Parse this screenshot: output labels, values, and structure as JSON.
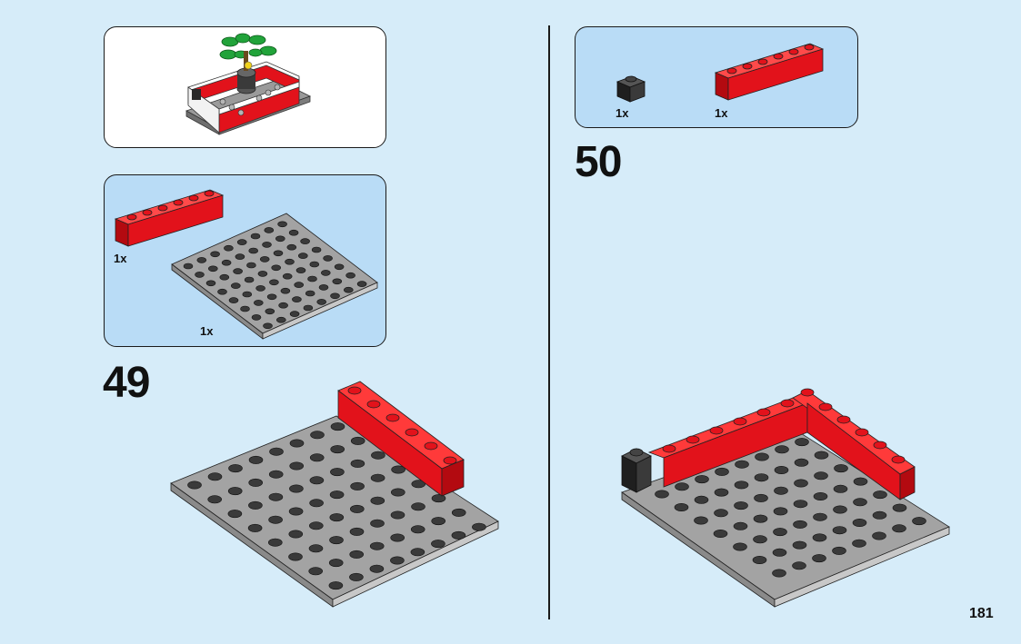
{
  "colors": {
    "background": "#d6ecf9",
    "parts_panel": "#b9dcf6",
    "brick_red": "#e2121b",
    "plate_gray": "#a3a3a3",
    "brick_black": "#2a2a2a"
  },
  "page": {
    "number": "181"
  },
  "preview": {
    "description_icon": "completed-planter-icon"
  },
  "steps": [
    {
      "number": "49",
      "parts": [
        {
          "name": "red-1x6-brick-icon",
          "qty": "1x"
        },
        {
          "name": "gray-8x8-plate-icon",
          "qty": "1x"
        }
      ]
    },
    {
      "number": "50",
      "parts": [
        {
          "name": "black-1x1-brick-icon",
          "qty": "1x"
        },
        {
          "name": "red-1x6-brick-icon",
          "qty": "1x"
        }
      ]
    }
  ]
}
